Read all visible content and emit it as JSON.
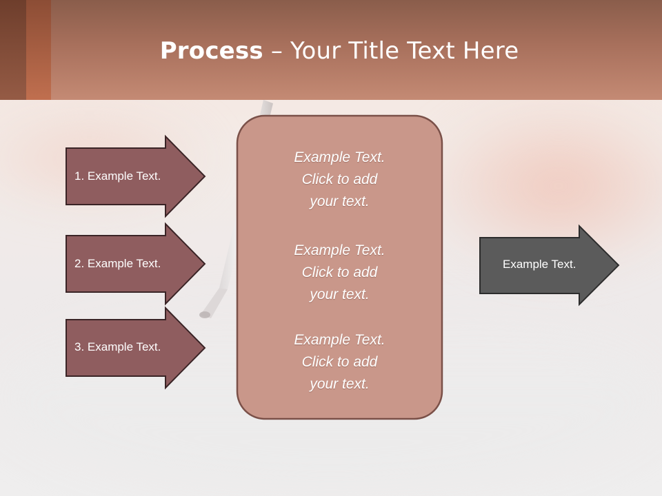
{
  "slide": {
    "title_bold": "Process",
    "title_rest": " – Your Title Text Here"
  },
  "inputs": [
    {
      "label": "1. Example Text."
    },
    {
      "label": "2. Example Text."
    },
    {
      "label": "3. Example Text."
    }
  ],
  "center_box": {
    "paragraphs": [
      "Example Text.\nClick  to add\nyour text.",
      "Example Text.\nClick  to add\nyour text.",
      "Example Text.\nClick  to add\nyour text."
    ]
  },
  "output": {
    "label": "Example Text."
  },
  "colors": {
    "input_arrow_fill": "#8f5d5f",
    "input_arrow_stroke": "#3a2426",
    "center_box_fill": "#c9978a",
    "center_box_stroke": "#7a5048",
    "output_arrow_fill": "#5b5b5b",
    "output_arrow_stroke": "#2c2c2c",
    "header_accent": "#b37a64"
  }
}
